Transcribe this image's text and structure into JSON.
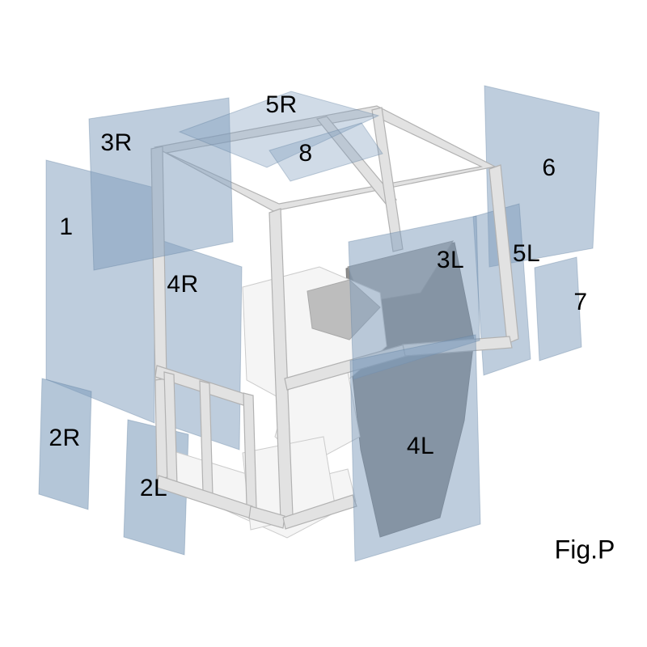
{
  "caption": "Fig.P",
  "colors": {
    "background": "#ffffff",
    "glass": "#7e9cbc",
    "frame_light": "#e2e2e2",
    "frame_outline": "#b2b2b2",
    "body_white": "#f5f5f5",
    "body_dark": "#8d8d8d",
    "label_text": "#000000"
  },
  "labels": [
    {
      "text": "1"
    },
    {
      "text": "2R"
    },
    {
      "text": "2L"
    },
    {
      "text": "3R"
    },
    {
      "text": "3L"
    },
    {
      "text": "4R"
    },
    {
      "text": "4L"
    },
    {
      "text": "5R"
    },
    {
      "text": "5L"
    },
    {
      "text": "6"
    },
    {
      "text": "7"
    },
    {
      "text": "8"
    }
  ]
}
